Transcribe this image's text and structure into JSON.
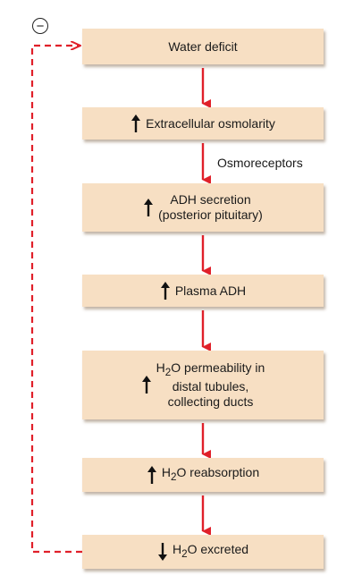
{
  "steps": [
    {
      "lines": [
        "Water deficit"
      ],
      "direction": ""
    },
    {
      "lines": [
        "Extracellular osmolarity"
      ],
      "direction": "up"
    },
    {
      "lines": [
        "ADH secretion",
        "(posterior pituitary)"
      ],
      "direction": "up"
    },
    {
      "lines": [
        "Plasma ADH"
      ],
      "direction": "up"
    },
    {
      "lines": [
        "H<sub>2</sub>O permeability in",
        "distal tubules,",
        "collecting ducts"
      ],
      "direction": "up"
    },
    {
      "lines": [
        "H<sub>2</sub>O reabsorption"
      ],
      "direction": "up"
    },
    {
      "lines": [
        "H<sub>2</sub>O excreted"
      ],
      "direction": "down"
    }
  ],
  "edge_label": "Osmoreceptors",
  "feedback_sign": "−",
  "colors": {
    "box_fill": "#f7dfc3",
    "arrow": "#e0202a",
    "feedback": "#e0202a",
    "text": "#1a1a1a"
  }
}
